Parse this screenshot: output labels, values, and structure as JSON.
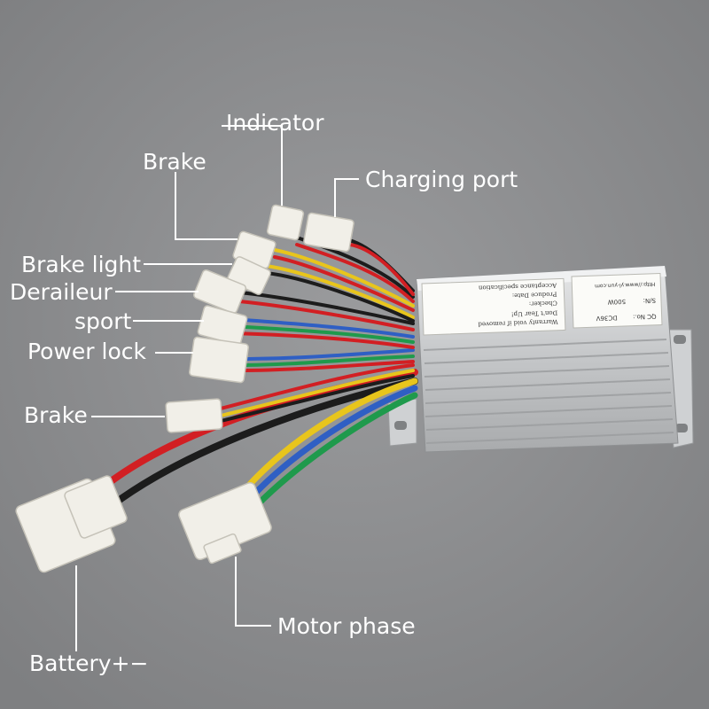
{
  "labels": {
    "indicator": "Indicator",
    "brake_top": "Brake",
    "charging_port": "Charging port",
    "brake_light": "Brake light",
    "derailleur": "Deraileur",
    "sport": "sport",
    "power_lock": "Power lock",
    "brake_bottom": "Brake",
    "battery": "Battery+−",
    "motor_phase": "Motor phase"
  },
  "controller": {
    "sticker_right_url": "Http://www.yl-yun.com",
    "sticker_right_sn": "S/N:",
    "sticker_right_power": "500W",
    "sticker_right_qc": "QC No.:",
    "sticker_right_spec": "DC36V",
    "sticker_left_line1": "Warranty void if removed",
    "sticker_left_line2": "Don't Tear Up!",
    "sticker_left_checker": "Checker:",
    "sticker_left_date": "Produce Date:",
    "sticker_left_footer": "Acceptance specification"
  },
  "colors": {
    "background": "#8c8d8f",
    "label_text": "#ffffff",
    "wire_red": "#d21f23",
    "wire_black": "#1c1c1c",
    "wire_yellow": "#e8c51c",
    "wire_blue": "#2f5fc4",
    "wire_green": "#1f9a4c",
    "connector": "#f1efe8",
    "housing": "#c9cbcd"
  }
}
